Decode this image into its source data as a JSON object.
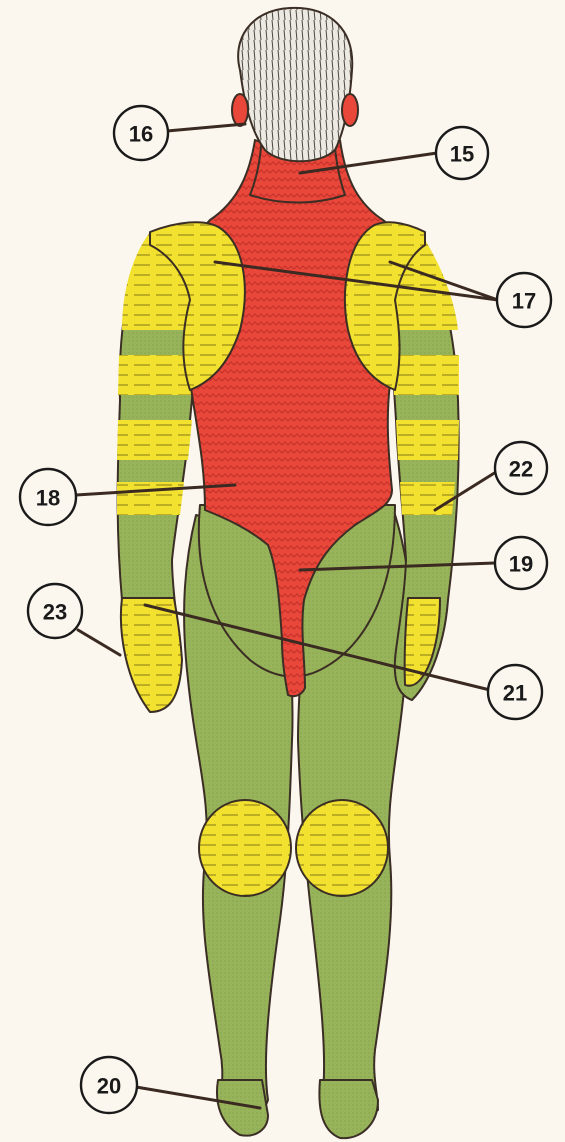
{
  "callouts": [
    {
      "id": "15",
      "label": "15"
    },
    {
      "id": "16",
      "label": "16"
    },
    {
      "id": "17",
      "label": "17"
    },
    {
      "id": "18",
      "label": "18"
    },
    {
      "id": "19",
      "label": "19"
    },
    {
      "id": "20",
      "label": "20"
    },
    {
      "id": "21",
      "label": "21"
    },
    {
      "id": "22",
      "label": "22"
    },
    {
      "id": "23",
      "label": "23"
    }
  ],
  "colors": {
    "red_zone": "#e8473a",
    "yellow_zone": "#f2e12e",
    "green_zone": "#98b45a",
    "hair": "#e9e6e0",
    "background": "#fbf7ef"
  }
}
